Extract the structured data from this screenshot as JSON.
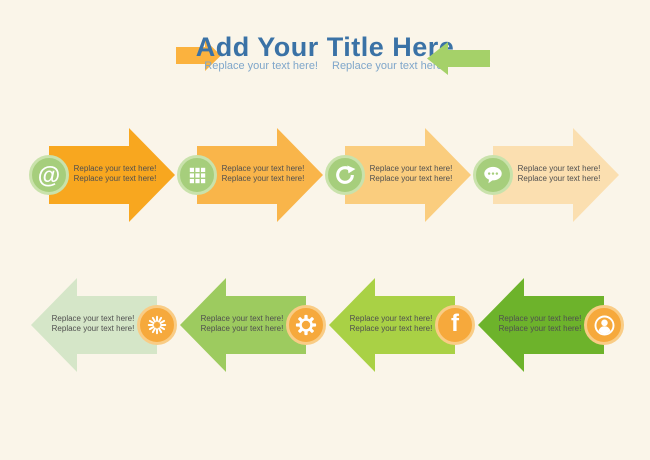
{
  "canvas": {
    "background": "#FAF5E9"
  },
  "header": {
    "title": "Add Your Title Here",
    "title_color": "#3A72A6",
    "subtitle_left": "Replace your text here!",
    "subtitle_right": "Replace your text here!",
    "subtitle_color": "#7FA6CA",
    "deco_left_arrow": {
      "icon": "right-arrow-icon",
      "color": "#FBB23E"
    },
    "deco_right_arrow": {
      "icon": "left-arrow-icon",
      "color": "#A5D169"
    }
  },
  "arrow_text_color": "#4F4F4F",
  "rows": [
    {
      "direction": "right",
      "circle_color": "#A6CE7C",
      "circle_ring_color": "#C9E2AB",
      "icon_color": "#FFFFFF",
      "items": [
        {
          "icon": "at-icon",
          "glyph": "@",
          "arrow_color": "#F8A71F",
          "line1": "Replace your text here!",
          "line2": "Replace your text here!"
        },
        {
          "icon": "grid-icon",
          "arrow_color": "#F9B54A",
          "line1": "Replace your text here!",
          "line2": "Replace your text here!"
        },
        {
          "icon": "refresh-icon",
          "arrow_color": "#FACD7E",
          "line1": "Replace your text here!",
          "line2": "Replace your text here!"
        },
        {
          "icon": "chat-icon",
          "arrow_color": "#FBDFB0",
          "line1": "Replace your text here!",
          "line2": "Replace your text here!"
        }
      ]
    },
    {
      "direction": "left",
      "circle_color": "#F6A93C",
      "circle_ring_color": "#F9CC85",
      "icon_color": "#FFFFFF",
      "items": [
        {
          "icon": "sun-icon",
          "arrow_color": "#D5E6C8",
          "line1": "Replace your text here!",
          "line2": "Replace your text here!"
        },
        {
          "icon": "gear-icon",
          "arrow_color": "#9DCB5F",
          "line1": "Replace your text here!",
          "line2": "Replace your text here!"
        },
        {
          "icon": "facebook-icon",
          "glyph": "f",
          "arrow_color": "#A9D145",
          "line1": "Replace your text here!",
          "line2": "Replace your text here!"
        },
        {
          "icon": "user-icon",
          "arrow_color": "#6DB32B",
          "line1": "Replace your text here!",
          "line2": "Replace your text here!"
        }
      ]
    }
  ]
}
